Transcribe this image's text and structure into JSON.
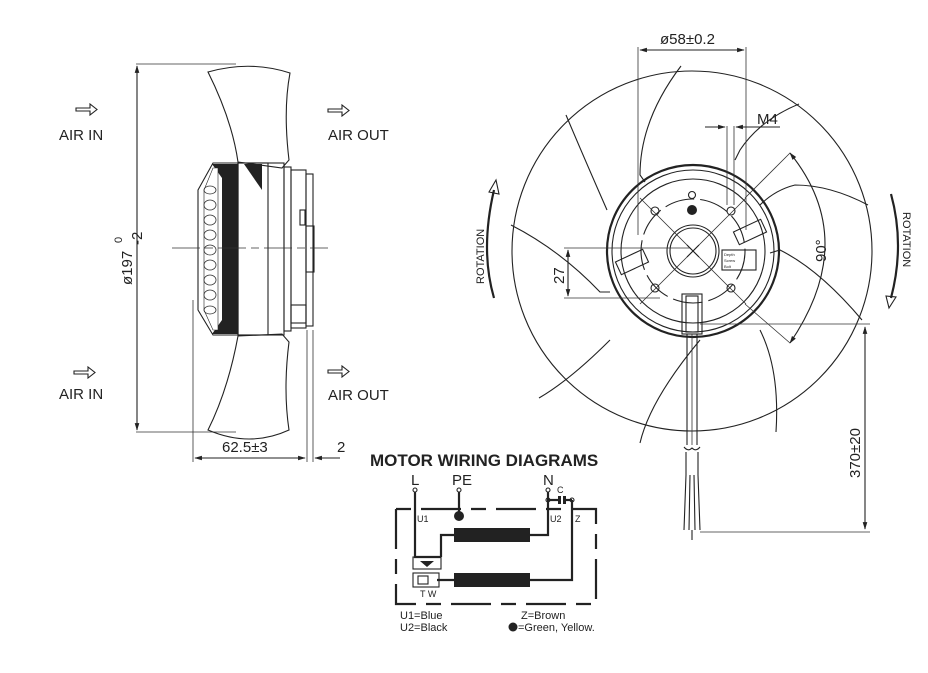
{
  "side_view": {
    "air_in_labels": [
      "AIR IN",
      "AIR IN"
    ],
    "air_out_labels": [
      "AIR OUT",
      "AIR OUT"
    ],
    "diameter_main": "ø197",
    "diameter_tol_upper": "0",
    "diameter_tol_lower": "-2",
    "width_dim": "62.5±3",
    "offset_dim": "2"
  },
  "front_view": {
    "hub_diameter": "ø58±0.2",
    "thread": "M4",
    "offset_27": "27",
    "angle": "90°",
    "cable_length": "370±20",
    "rotation_left": "ROTATION",
    "rotation_right": "ROTATION",
    "label_plate_lines": [
      "Depth",
      "Screw",
      "Bolt"
    ]
  },
  "wiring": {
    "title": "MOTOR WIRING DIAGRAMS",
    "terminals": {
      "L": "L",
      "PE": "PE",
      "N": "N",
      "C": "C"
    },
    "labels": {
      "U1": "U1",
      "U2": "U2",
      "Z": "Z",
      "TW": "T W"
    },
    "legend": {
      "u1": "U1=Blue",
      "u2": "U2=Black",
      "z": "Z=Brown",
      "pe": "=Green, Yellow."
    }
  }
}
